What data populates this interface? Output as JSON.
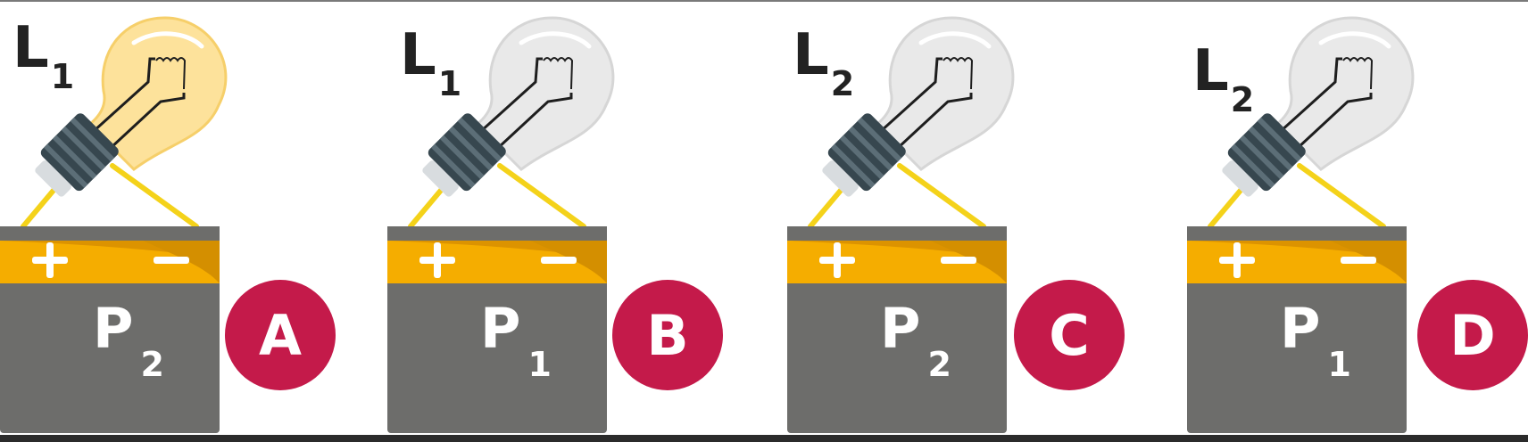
{
  "colors": {
    "lamp_lit": "#fde29b",
    "lamp_off": "#e9e9e9",
    "wire": "#f4d21a",
    "battery_body": "#6d6d6b",
    "battery_band": "#f5ad00",
    "badge": "#c41a4a"
  },
  "icons": [
    "light-bulb-icon",
    "battery-icon",
    "plus-sign-icon",
    "minus-sign-icon"
  ],
  "options": [
    {
      "letter": "A",
      "lamp": {
        "letter": "L",
        "index": "1"
      },
      "battery": {
        "letter": "P",
        "index": "2"
      },
      "lit": true
    },
    {
      "letter": "B",
      "lamp": {
        "letter": "L",
        "index": "1"
      },
      "battery": {
        "letter": "P",
        "index": "1"
      },
      "lit": false
    },
    {
      "letter": "C",
      "lamp": {
        "letter": "L",
        "index": "2"
      },
      "battery": {
        "letter": "P",
        "index": "2"
      },
      "lit": false
    },
    {
      "letter": "D",
      "lamp": {
        "letter": "L",
        "index": "2"
      },
      "battery": {
        "letter": "P",
        "index": "1"
      },
      "lit": false
    }
  ]
}
